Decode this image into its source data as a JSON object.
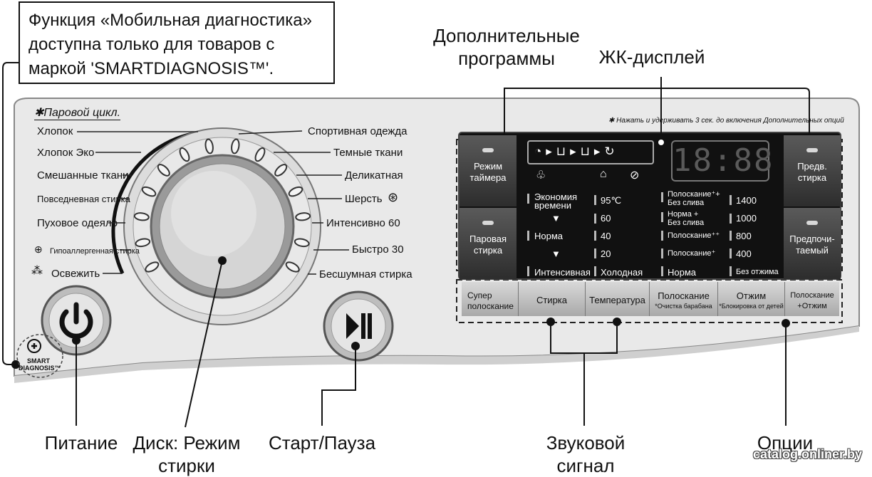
{
  "callout": {
    "lines": [
      "Функция «Мобильная диагностика»",
      "доступна только для товаров с",
      "маркой 'SMARTDIAGNOSIS™'."
    ]
  },
  "top_labels": {
    "extra_programs": [
      "Дополнительные",
      "программы"
    ],
    "lcd": "ЖК-дисплей"
  },
  "hold_note": "✱ Нажать и удерживать 3 сек. до включения Дополнительных опций",
  "steam_cycle": "✱Паровой цикл.",
  "programs_left": [
    "Хлопок",
    "Хлопок Эко",
    "Смешанные ткани",
    "Повседневная стирка",
    "Пуховое одеяло",
    "Гипоаллергенная стирка",
    "Освежить"
  ],
  "programs_right": [
    "Спортивная одежда",
    "Темные ткани",
    "Деликатная",
    "Шерсть",
    "Интенсивно 60",
    "Быстро 30",
    "Бесшумная стирка"
  ],
  "smart_badge": [
    "SMART",
    "DIAGNOSIS™"
  ],
  "side_buttons": {
    "timer": [
      "Режим",
      "таймера"
    ],
    "steam": [
      "Паровая",
      "стирка"
    ],
    "prewash": [
      "Предв.",
      "стирка"
    ],
    "favorite": [
      "Предпочи-",
      "таемый"
    ]
  },
  "lcd": {
    "digits": "18:88",
    "col1": [
      "Экономия",
      "времени",
      "▼",
      "Норма",
      "▼",
      "Интенсивная"
    ],
    "col2": [
      "95℃",
      "60",
      "40",
      "20",
      "Холодная"
    ],
    "col3": [
      "Полоскание⁺+",
      "Без слива",
      "Норма +",
      "Без слива",
      "Полоскание⁺⁺",
      "Полоскание⁺",
      "Норма"
    ],
    "col4": [
      "1400",
      "1000",
      "800",
      "400",
      "Без отжима"
    ]
  },
  "option_buttons": [
    {
      "label": "Супер",
      "label2": "полоскание",
      "sub": ""
    },
    {
      "label": "Стирка",
      "label2": "",
      "sub": ""
    },
    {
      "label": "Температура",
      "label2": "",
      "sub": ""
    },
    {
      "label": "Полоскание",
      "label2": "",
      "sub": "*Очистка барабана"
    },
    {
      "label": "Отжим",
      "label2": "",
      "sub": "*Блокировка от детей"
    },
    {
      "label": "Полоскание",
      "label2": "+Отжим",
      "sub": ""
    }
  ],
  "bottom_labels": {
    "power": "Питание",
    "dial": [
      "Диск: Режим",
      "стирки"
    ],
    "start": "Старт/Пауза",
    "beep": [
      "Звуковой",
      "сигнал"
    ],
    "options": "Опции"
  },
  "watermark": "catalog.onliner.by",
  "colors": {
    "panel": "#e9e9e9",
    "lcd_bg": "#0c0c0c",
    "button_dark": "#3a3a3a",
    "option_btn": "#bdbdbd"
  },
  "icons": [
    "power-icon",
    "play-pause-icon",
    "steam-icon",
    "wool-icon",
    "smart-diagnosis-icon"
  ]
}
